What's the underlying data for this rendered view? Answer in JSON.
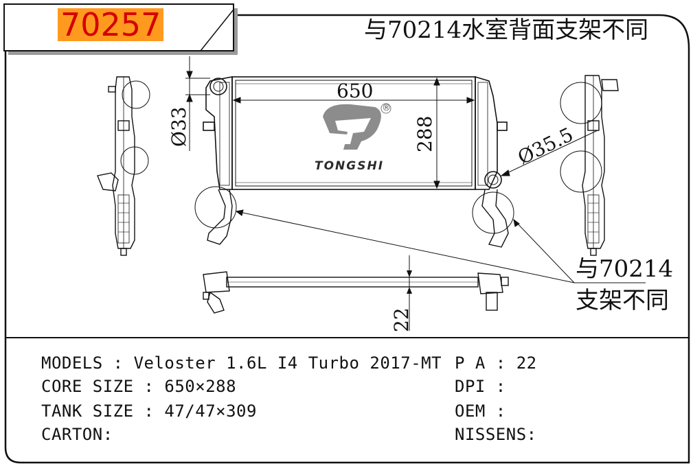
{
  "header": {
    "product_code": "70257",
    "note": "与70214水室背面支架不同"
  },
  "drawing": {
    "core_width_label": "650",
    "core_height_label": "288",
    "inlet_diameter_label": "Ø33",
    "outlet_diameter_label": "Ø35.5",
    "core_thickness_label": "22",
    "bracket_note_line1": "与70214",
    "bracket_note_line2": "支架不同",
    "brand_name": "TONGSHI",
    "registered_mark": "®"
  },
  "specs": {
    "models_label": "MODELS",
    "models_value": "Veloster 1.6L I4 Turbo 2017-MT",
    "core_size_label": "CORE SIZE",
    "core_size_value": "650×288",
    "tank_size_label": "TANK SIZE",
    "tank_size_value": "47/47×309",
    "carton_label": "CARTON:",
    "pa_label": "P A",
    "pa_value": "22",
    "dpi_label": "DPI",
    "dpi_value": "",
    "oem_label": "OEM",
    "oem_value": "",
    "nissens_label": "NISSENS:",
    "nissens_value": ""
  },
  "colors": {
    "code_highlight": "#ff9a1f",
    "code_text": "#d40000",
    "line": "#111111"
  }
}
